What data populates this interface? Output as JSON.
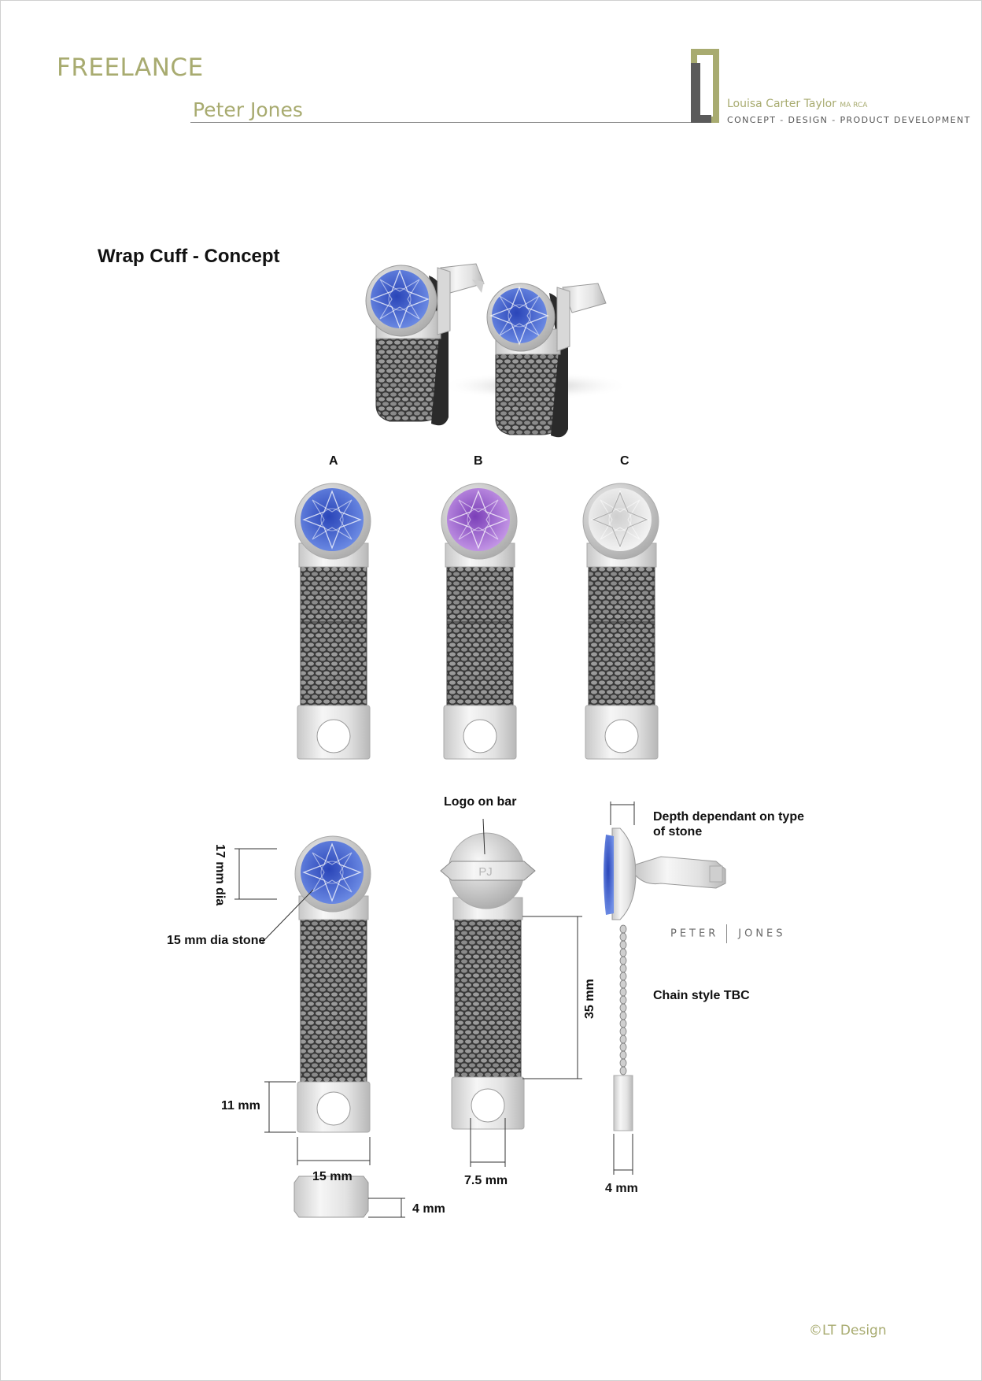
{
  "header": {
    "section": "FREELANCE",
    "client": "Peter Jones",
    "brand_name": "Louisa Carter Taylor",
    "brand_suffix": "MA RCA",
    "brand_tagline": "CONCEPT - DESIGN - PRODUCT DEVELOPMENT"
  },
  "title": "Wrap Cuff - Concept",
  "variants": [
    {
      "label": "A",
      "stone_color": "#3f5fcf"
    },
    {
      "label": "B",
      "stone_color": "#9a62cf"
    },
    {
      "label": "C",
      "stone_color": "#e4e4e4"
    }
  ],
  "annotations": {
    "dia_17": "17 mm dia",
    "stone_15": "15 mm dia stone",
    "h_11": "11 mm",
    "w_15": "15 mm",
    "thick_4": "4 mm",
    "logo_on_bar": "Logo on bar",
    "bar_logo": "PJ",
    "len_35": "35 mm",
    "w_7_5": "7.5 mm",
    "depth_line1": "Depth dependant on type",
    "depth_line2": "of stone",
    "chain": "Chain style TBC",
    "w_4": "4 mm"
  },
  "logo": {
    "left": "PETER",
    "right": "JONES"
  },
  "footer": {
    "copyright": "©LT Design"
  },
  "colors": {
    "accent_olive": "#a8ab70",
    "logo_dark": "#555555",
    "mesh": "#4a4a4a"
  }
}
